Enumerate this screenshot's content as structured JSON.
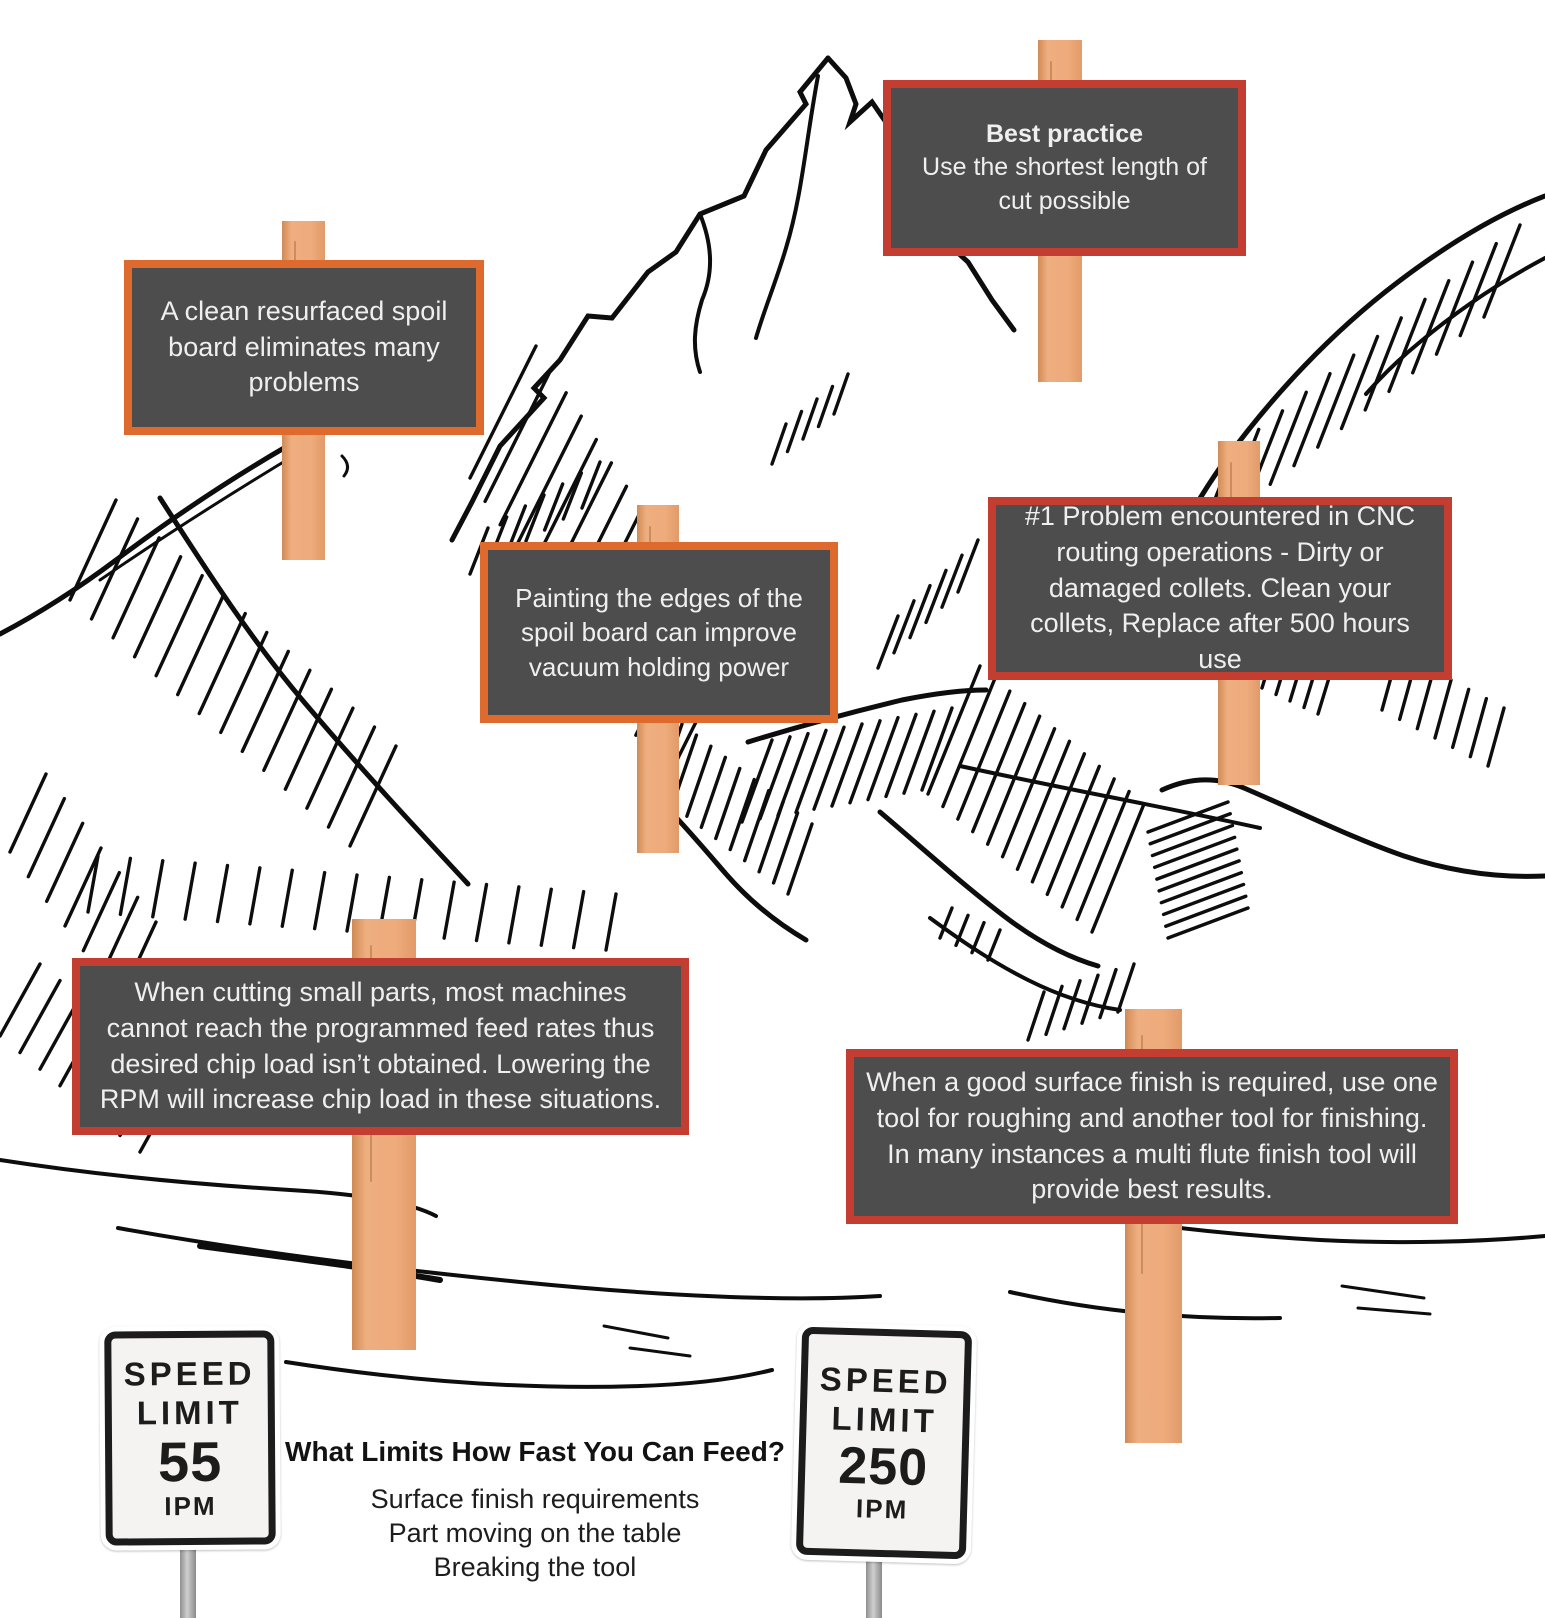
{
  "signs": [
    {
      "id": "best-practice",
      "heading": "Best practice",
      "body": "Use the shortest length of cut possible",
      "border_color": "#c33d30"
    },
    {
      "id": "spoil-board",
      "body": "A clean resurfaced spoil board eliminates many problems",
      "border_color": "#df6a2e"
    },
    {
      "id": "painting-edges",
      "body": "Painting the edges of the spoil board can  improve vacuum holding power",
      "border_color": "#df6a2e"
    },
    {
      "id": "collets",
      "body": "#1 Problem encountered in CNC routing operations - Dirty or damaged collets. Clean your collets, Replace after 500 hours use",
      "border_color": "#c33d30"
    },
    {
      "id": "small-parts",
      "body": "When cutting small parts, most machines cannot reach the programmed feed rates thus desired chip load isn’t obtained. Lowering the RPM will increase chip load in these situations.",
      "border_color": "#c33d30"
    },
    {
      "id": "surface-finish",
      "body": "When a good surface finish is required, use one tool for roughing and another tool for finishing. In many instances a multi flute finish tool will provide best results.",
      "border_color": "#c33d30"
    }
  ],
  "speed_signs": [
    {
      "line1": "SPEED",
      "line2": "LIMIT",
      "value": "55",
      "unit": "IPM"
    },
    {
      "line1": "SPEED",
      "line2": "LIMIT",
      "value": "250",
      "unit": "IPM"
    }
  ],
  "feed_question": {
    "heading": "What Limits How Fast You Can Feed?",
    "items": [
      "Surface finish requirements",
      "Part moving on the table",
      "Breaking the tool"
    ]
  },
  "colors": {
    "board_bg": "#4d4d4d",
    "board_text": "#efefef",
    "border_red": "#c33d30",
    "border_orange": "#df6a2e",
    "post_wood": "#eeab7c",
    "ink": "#0d0d0d",
    "speed_sign_bg": "#f4f3f1",
    "speed_sign_text": "#1c1c1c"
  }
}
